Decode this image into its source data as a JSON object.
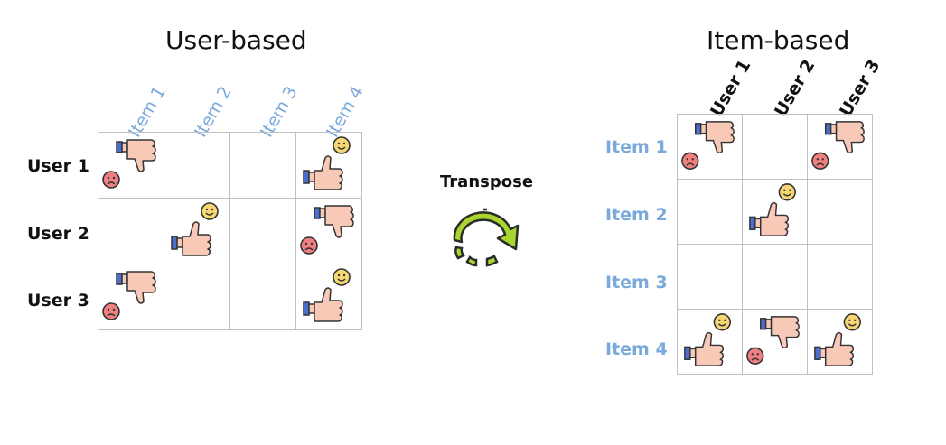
{
  "user_based": {
    "title": "User-based",
    "columns": [
      "Item 1",
      "Item 2",
      "Item 3",
      "Item 4"
    ],
    "rows": [
      "User 1",
      "User 2",
      "User 3"
    ],
    "cells": [
      [
        "dislike",
        "",
        "",
        "like"
      ],
      [
        "",
        "like",
        "",
        "dislike"
      ],
      [
        "dislike",
        "",
        "",
        "like"
      ]
    ]
  },
  "transpose": {
    "label": "Transpose",
    "icon": "rotate-arrow-icon"
  },
  "item_based": {
    "title": "Item-based",
    "columns": [
      "User 1",
      "User 2",
      "User 3"
    ],
    "rows": [
      "Item 1",
      "Item 2",
      "Item 3",
      "Item 4"
    ],
    "cells": [
      [
        "dislike",
        "",
        "dislike"
      ],
      [
        "",
        "like",
        ""
      ],
      [
        "",
        "",
        ""
      ],
      [
        "like",
        "dislike",
        "like"
      ]
    ]
  },
  "colors": {
    "item_label": "#7aa9db",
    "user_label": "#111111",
    "grid_line": "#c0c0c0",
    "arrow": "#a8d62f",
    "arrow_stroke": "#2b2b2b",
    "happy_face": "#f7d774",
    "sad_face": "#f08080",
    "hand": "#f9c9b8",
    "cuff": "#4a6fd1"
  }
}
